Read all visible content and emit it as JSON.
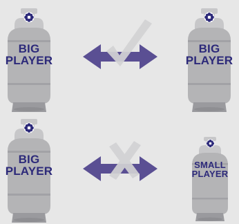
{
  "colors": {
    "background": "#e7e7e7",
    "cylinder": "#b4b4b6",
    "cylinder_dark": "#8e8e92",
    "valve": "#c7c7c9",
    "text": "#2d2a7a",
    "arrow": "#5a4f93",
    "mark": "#d2d2d4"
  },
  "rows": [
    {
      "left": {
        "line1": "BIG",
        "line2": "PLAYER"
      },
      "right": {
        "line1": "BIG",
        "line2": "PLAYER"
      },
      "match_icon": "checkmark-icon"
    },
    {
      "left": {
        "line1": "BIG",
        "line2": "PLAYER"
      },
      "right": {
        "line1": "SMALL",
        "line2": "PLAYER"
      },
      "match_icon": "cross-icon"
    }
  ]
}
